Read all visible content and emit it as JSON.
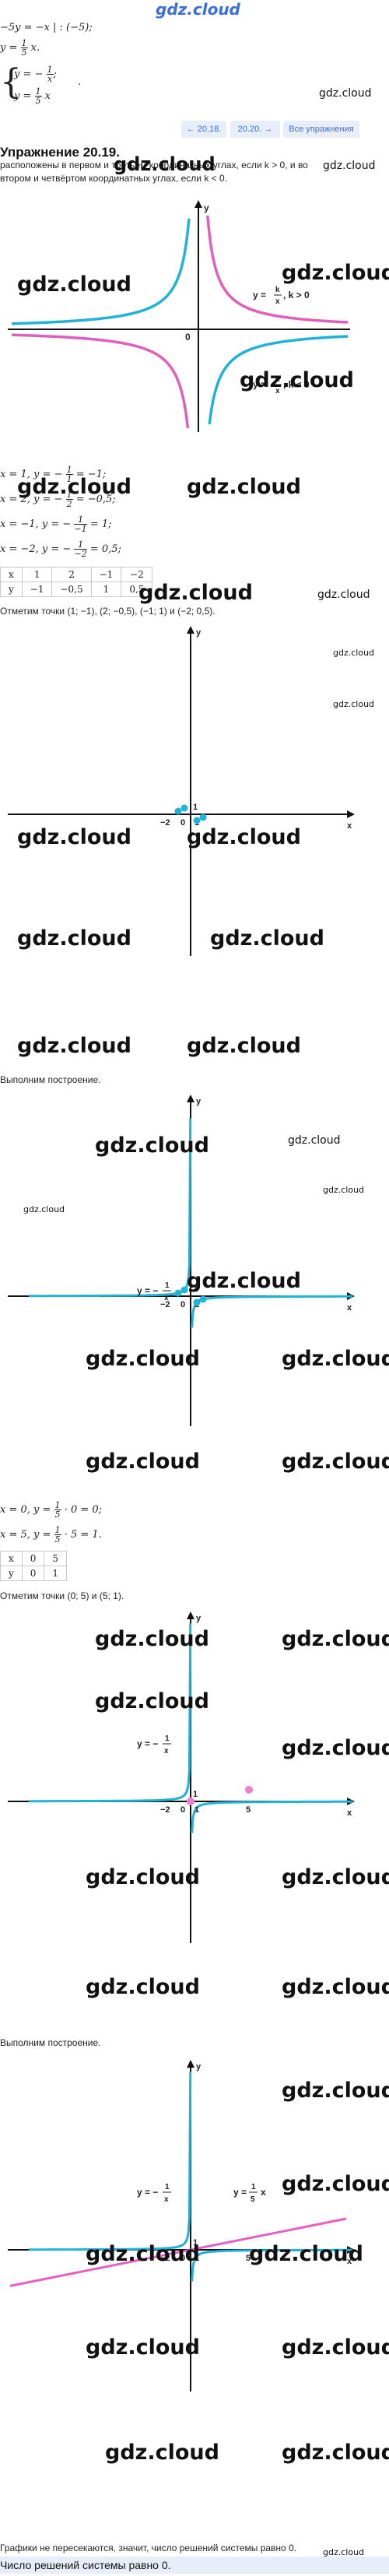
{
  "header": {
    "site_logo": "gdz.cloud"
  },
  "watermark": "gdz.cloud",
  "intro": {
    "line1": "−5y = −x | : (−5);",
    "line2_lhs": "y =",
    "line2_num": "1",
    "line2_den": "5",
    "line2_rhs": "x.",
    "sys_y1_lhs": "y = −",
    "sys_y1_num": "1",
    "sys_y1_den": "x",
    "sys_y1_rhs": ";",
    "sys_y2_lhs": "y =",
    "sys_y2_num": "1",
    "sys_y2_den": "5",
    "sys_y2_rhs": "x",
    "sys_end": "."
  },
  "nav": {
    "prev": "20.18.",
    "current": "20.20.",
    "all": "Все упражнения"
  },
  "exercise": {
    "title": "Упражнение 20.19.",
    "text1": "расположены в первом и третьем координатных углах, если k > 0, и во",
    "text2": "втором и четвёртом координатных углах, если k < 0."
  },
  "graph1": {
    "label_pos_a": "y = ",
    "label_pos_k": "k",
    "label_pos_x": "x",
    "label_pos_b": ", k > 0",
    "label_neg_k": "k",
    "label_neg_x": "x",
    "label_neg_b": ", k < 0",
    "axis_y": "y",
    "origin": "0",
    "colors": {
      "positive": "#e05fbd",
      "negative": "#21b3d6"
    }
  },
  "calc": {
    "r1": "x = 1, y = −",
    "r1_num": "1",
    "r1_den": "1",
    "r1_end": "= −1;",
    "r2": "x = 2, y = −",
    "r2_num": "1",
    "r2_den": "2",
    "r2_end": "= −0,5;",
    "r3": "x = −1, y = −",
    "r3_num": "1",
    "r3_den": "−1",
    "r3_end": "= 1;",
    "r4": "x = −2, y = −",
    "r4_num": "1",
    "r4_den": "−2",
    "r4_end": "= 0,5;"
  },
  "table1": {
    "x": [
      "x",
      "1",
      "2",
      "−1",
      "−2"
    ],
    "y": [
      "y",
      "−1",
      "−0,5",
      "1",
      "0,5"
    ]
  },
  "mark_points_1": "Отметим точки (1; −1), (2; −0,5), (−1; 1) и (−2; 0,5).",
  "graph2": {
    "axis_x": "x",
    "axis_y": "y",
    "tick_p1": "1",
    "tick_m2": "−2",
    "tick_0": "0",
    "tick_1": "1"
  },
  "build_1": "Выполним построение.",
  "graph3": {
    "label": "y = −",
    "num": "1",
    "den": "x",
    "axis_x": "x",
    "axis_y": "y",
    "tick_p1": "1",
    "tick_m2": "−2",
    "tick_0": "0",
    "tick_1": "1"
  },
  "calc2": {
    "r1": "x = 0, y =",
    "r1_num": "1",
    "r1_den": "5",
    "r1_end": "· 0 = 0;",
    "r2": "x = 5, y =",
    "r2_num": "1",
    "r2_den": "5",
    "r2_end": "· 5 = 1."
  },
  "table2": {
    "x": [
      "x",
      "0",
      "5"
    ],
    "y": [
      "y",
      "0",
      "1"
    ]
  },
  "mark_points_2": "Отметим точки (0; 5) и (5; 1).",
  "graph4": {
    "label": "y = −",
    "num": "1",
    "den": "x",
    "axis_x": "x",
    "axis_y": "y",
    "tick_p1": "1",
    "tick_m2": "−2",
    "tick_0": "0",
    "tick_1": "1",
    "tick_5": "5"
  },
  "build_2": "Выполним построение.",
  "graph5": {
    "label1": "y = −",
    "num1": "1",
    "den1": "x",
    "label2": "y =",
    "num2": "1",
    "den2": "5",
    "var2": "x",
    "axis_x": "x",
    "axis_y": "y",
    "tick_p1": "1",
    "tick_m2": "−2",
    "tick_0": "0",
    "tick_1": "1",
    "tick_5": "5"
  },
  "conclusion": "Графики не пересекаются, значит, число решений системы равно 0.",
  "answer": "Число решений системы равно 0."
}
